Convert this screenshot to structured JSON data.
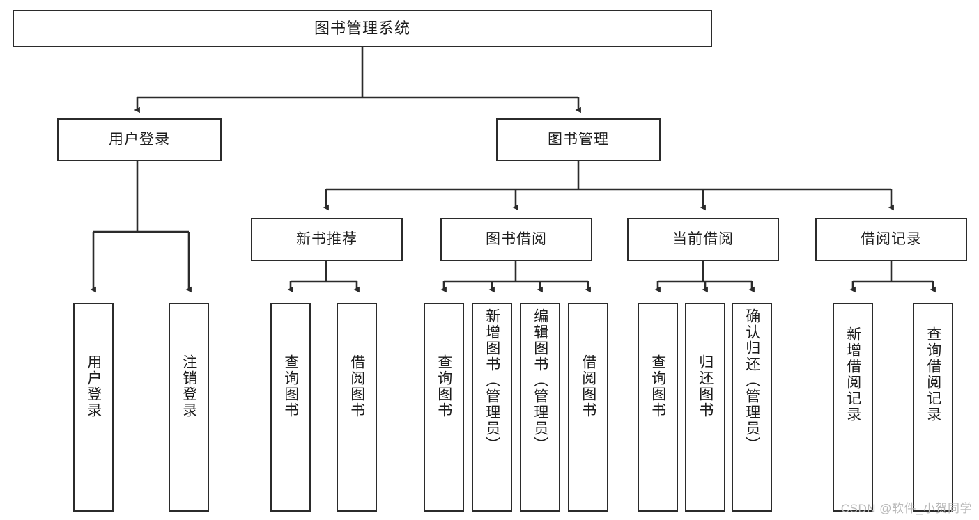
{
  "diagram": {
    "title": "图书管理系统",
    "type": "tree-hierarchy",
    "watermark": "CSDN @软件_小贺同学",
    "colors": {
      "stroke": "#2b2b2b",
      "fill": "#ffffff",
      "text": "#1c1c1c",
      "watermark": "#b9b9b9"
    },
    "root": {
      "label": "图书管理系统"
    },
    "level2": [
      {
        "id": "user-login",
        "label": "用户登录"
      },
      {
        "id": "book-manage",
        "label": "图书管理"
      }
    ],
    "level3": [
      {
        "id": "new-book-recommend",
        "label": "新书推荐"
      },
      {
        "id": "book-borrow",
        "label": "图书借阅"
      },
      {
        "id": "current-borrow",
        "label": "当前借阅"
      },
      {
        "id": "borrow-record",
        "label": "借阅记录"
      }
    ],
    "leaves": {
      "user_login": [
        {
          "id": "leaf-user-login",
          "label": "用户登录"
        },
        {
          "id": "leaf-logout-login",
          "label": "注销登录"
        }
      ],
      "new_book_recommend": [
        {
          "id": "leaf-query-book-1",
          "label": "查询图书"
        },
        {
          "id": "leaf-borrow-book-1",
          "label": "借阅图书"
        }
      ],
      "book_borrow": [
        {
          "id": "leaf-query-book-2",
          "label": "查询图书"
        },
        {
          "id": "leaf-add-book",
          "label": "新增图书（管理员）"
        },
        {
          "id": "leaf-edit-book",
          "label": "编辑图书（管理员）"
        },
        {
          "id": "leaf-borrow-book-2",
          "label": "借阅图书"
        }
      ],
      "current_borrow": [
        {
          "id": "leaf-query-book-3",
          "label": "查询图书"
        },
        {
          "id": "leaf-return-book",
          "label": "归还图书"
        },
        {
          "id": "leaf-confirm-return",
          "label": "确认归还（管理员）"
        }
      ],
      "borrow_record": [
        {
          "id": "leaf-add-record",
          "label": "新增借阅记录"
        },
        {
          "id": "leaf-query-record",
          "label": "查询借阅记录"
        }
      ]
    }
  }
}
